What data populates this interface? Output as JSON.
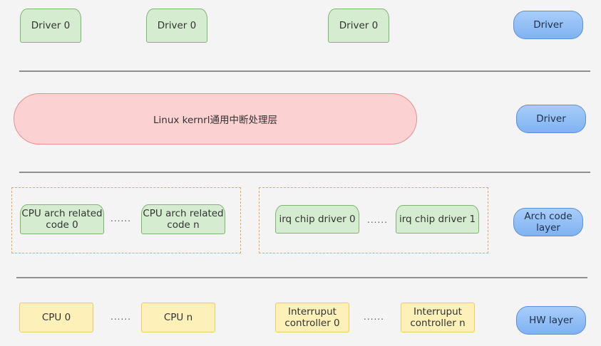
{
  "row1": {
    "driver_a": "Driver 0",
    "driver_b": "Driver 0",
    "driver_c": "Driver 0",
    "layer_label": "Driver"
  },
  "row2": {
    "generic_layer": "Linux kernrl通用中断处理层",
    "layer_label": "Driver"
  },
  "row3": {
    "cpu_arch_0": "CPU arch related code 0",
    "cpu_arch_n": "CPU arch related code n",
    "irq_chip_0": "irq chip driver 0",
    "irq_chip_1": "irq chip driver 1",
    "dots_left": "......",
    "dots_right": "......",
    "layer_label": "Arch code layer"
  },
  "row4": {
    "cpu_0": "CPU 0",
    "cpu_n": "CPU n",
    "ic_0": "Interruput controller 0",
    "ic_n": "Interruput controller n",
    "dots_left": "......",
    "dots_right": "......",
    "layer_label": "HW layer"
  },
  "colors": {
    "green_fill": "#d6ecd0",
    "yellow_fill": "#fdf0b8",
    "red_fill": "#fbd1d1",
    "blue_fill": "#93c0f6",
    "dash_orange": "#f2a457"
  }
}
